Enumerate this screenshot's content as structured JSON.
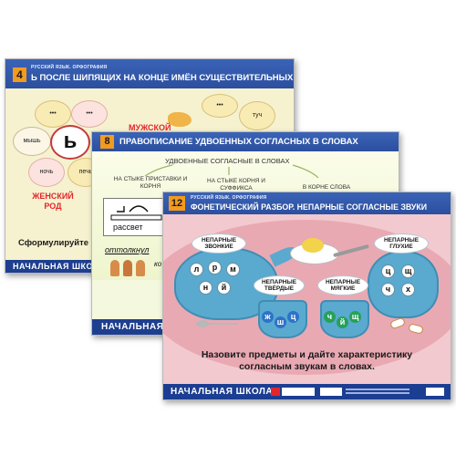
{
  "colors": {
    "header_blue": "#2c4f9e",
    "number_orange": "#f39a1f",
    "accent_red": "#e3262a",
    "pot_teal": "#5aa9cf"
  },
  "card4": {
    "number": "4",
    "subject": "РУССКИЙ ЯЗЫК. ОРФОГРАФИЯ",
    "topic": "Ь ПОСЛЕ ШИПЯЩИХ НА КОНЦЕ ИМЁН СУЩЕСТВИТЕЛЬНЫХ",
    "center_letter": "ь",
    "petals": [
      "•••",
      "•••",
      "мышь",
      "ночь",
      "печь"
    ],
    "petals_right": [
      "•••",
      "туч"
    ],
    "gender_female": "ЖЕНСКИЙ РОД",
    "gender_male": "МУЖСКОЙ",
    "task": "Сформулируйте",
    "footer": "НАЧАЛЬНАЯ ШКОЛА"
  },
  "card8": {
    "number": "8",
    "topic": "ПРАВОПИСАНИЕ УДВОЕННЫХ СОГЛАСНЫХ В СЛОВАХ",
    "center": "УДВОЕННЫЕ СОГЛАСНЫЕ В СЛОВАХ",
    "left_branch": "НА СТЫКЕ ПРИСТАВКИ И КОРНЯ",
    "mid_branch": "НА СТЫКЕ КОРНЯ И СУФФИКСА",
    "right_branch": "В КОРНЕ СЛОВА",
    "word1": "рассвет",
    "word2": "оттолкнул",
    "word3": "ко",
    "footer": "НАЧАЛЬНАЯ ШКОЛ"
  },
  "card12": {
    "number": "12",
    "subject": "РУССКИЙ ЯЗЫК. ОРФОГРАФИЯ",
    "topic": "ФОНЕТИЧЕСКИЙ РАЗБОР. НЕПАРНЫЕ СОГЛАСНЫЕ ЗВУКИ",
    "pot_left_label": "НЕПАРНЫЕ ЗВОНКИЕ",
    "pot_right_label": "НЕПАРНЫЕ ГЛУХИЕ",
    "cup_left_label": "НЕПАРНЫЕ ТВЁРДЫЕ",
    "cup_right_label": "НЕПАРНЫЕ МЯГКИЕ",
    "pot_left_letters": [
      "л",
      "р",
      "м",
      "н",
      "й"
    ],
    "pot_right_letters": [
      "ц",
      "щ",
      "ч",
      "х"
    ],
    "cup_left_letters": [
      "ж",
      "ш",
      "ц"
    ],
    "cup_right_letters": [
      "ч",
      "й",
      "щ"
    ],
    "task": "Назовите предметы и дайте характеристику согласным звукам в словах.",
    "footer": "НАЧАЛЬНАЯ ШКОЛА"
  }
}
